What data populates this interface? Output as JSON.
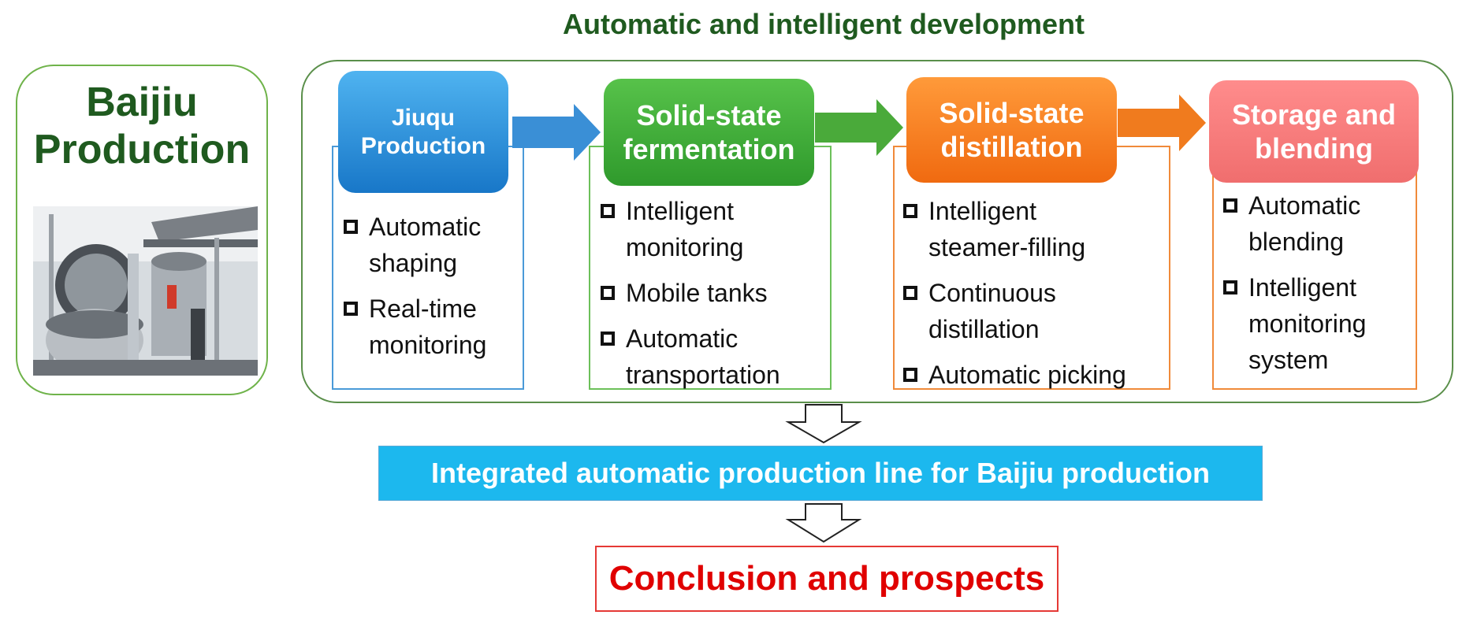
{
  "title": "Automatic and intelligent development",
  "left_panel": {
    "title_line1": "Baijiu",
    "title_line2": "Production"
  },
  "stages": [
    {
      "title_line1": "Jiuqu",
      "title_line2": "Production",
      "head_color": "#2e8fd9",
      "border_color": "#4a9ad8",
      "items": [
        {
          "line1": "Automatic",
          "line2": "shaping"
        },
        {
          "line1": "Real-time",
          "line2": "monitoring"
        }
      ]
    },
    {
      "title_line1": "Solid-state",
      "title_line2": "fermentation",
      "head_color": "#3aa534",
      "border_color": "#6cc05a",
      "items": [
        {
          "line1": "Intelligent",
          "line2": "monitoring"
        },
        {
          "line1": "Mobile tanks",
          "line2": ""
        },
        {
          "line1": "Automatic",
          "line2": "transportation"
        }
      ]
    },
    {
      "title_line1": "Solid-state",
      "title_line2": "distillation",
      "head_color": "#f07b1e",
      "border_color": "#f08a3a",
      "items": [
        {
          "line1": "Intelligent",
          "line2": "steamer-filling"
        },
        {
          "line1": "Continuous",
          "line2": "distillation"
        },
        {
          "line1": "Automatic picking",
          "line2": ""
        }
      ]
    },
    {
      "title_line1": "Storage and",
      "title_line2": "blending",
      "head_color": "#f58080",
      "border_color": "#f08a3a",
      "items": [
        {
          "line1": "Automatic",
          "line2": "blending"
        },
        {
          "line1": "Intelligent",
          "line2": "monitoring",
          "line3": "system"
        }
      ]
    }
  ],
  "arrow_colors": [
    "#3a8fd6",
    "#4aaa3a",
    "#f07b1e"
  ],
  "integrated_line": "Integrated automatic production line for Baijiu production",
  "conclusion": "Conclusion and prospects"
}
